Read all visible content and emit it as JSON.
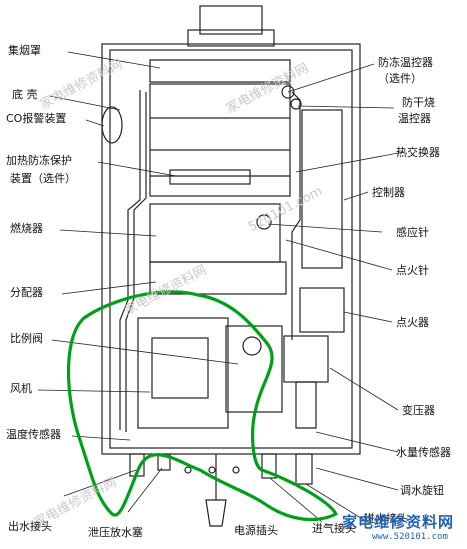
{
  "labels_left": {
    "exhaust_hood": "集烟罩",
    "bottom_shell": "底 壳",
    "co_alarm": "CO报警装置",
    "antifreeze_heating_1": "加热防冻保护",
    "antifreeze_heating_2": "装置（选件）",
    "burner": "燃烧器",
    "distributor": "分配器",
    "proportional_valve": "比例阀",
    "fan": "风机",
    "temperature_sensor": "温度传感器",
    "water_outlet": "出水接头",
    "pressure_relief_plug": "泄压放水塞",
    "power_plug": "电源插头"
  },
  "labels_right": {
    "antifreeze_thermostat_1": "防冻温控器",
    "antifreeze_thermostat_2": "（选件）",
    "dry_burn_thermostat_1": "防干烧",
    "dry_burn_thermostat_2": "温控器",
    "heat_exchanger": "热交换器",
    "controller": "控制器",
    "sensing_needle": "感应针",
    "ignition_needle": "点火针",
    "igniter": "点火器",
    "transformer": "变压器",
    "water_flow_sensor": "水量传感器",
    "water_adjust_knob": "调水旋钮",
    "gas_inlet": "进气接头",
    "water_inlet": "进水接头"
  },
  "watermarks": {
    "wm1": "家电维修资料网",
    "wm2": "家电维修资料网",
    "wm3": "家电维修资料网",
    "wm4": "家电维修资料网",
    "wm5": "520101.com"
  },
  "brand": {
    "name": "家电维修资料网",
    "url": "www.520101.com"
  },
  "colors": {
    "line": "#222222",
    "highlight": "#00a018",
    "brand": "#1f62b8"
  }
}
